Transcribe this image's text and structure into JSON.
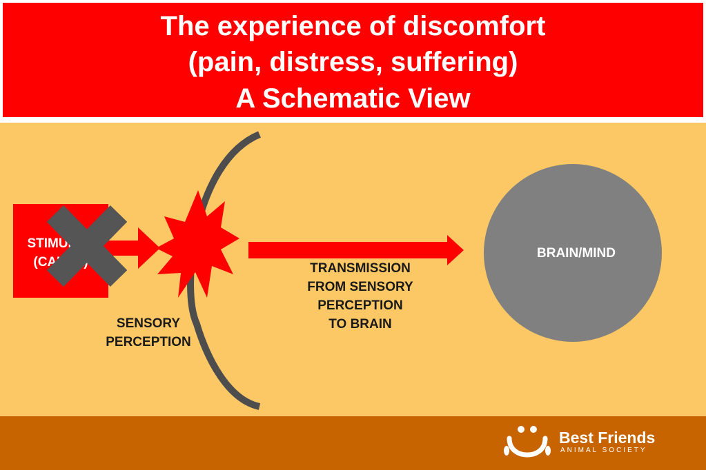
{
  "header": {
    "title_lines": [
      "The experience of discomfort",
      "(pain, distress, suffering)",
      "A Schematic View"
    ]
  },
  "diagram": {
    "stimulus_lines": [
      "STIMULUS",
      "(CAUSE)"
    ],
    "sensory_perception_lines": [
      "SENSORY",
      "PERCEPTION"
    ],
    "transmission_lines": [
      "TRANSMISSION",
      "FROM SENSORY",
      "PERCEPTION",
      "TO BRAIN"
    ],
    "brain_label": "BRAIN/MIND"
  },
  "footer": {
    "logo_name": "Best Friends",
    "logo_subtitle": "ANIMAL SOCIETY"
  },
  "colors": {
    "header_bg": "#ff0000",
    "main_bg": "#fcc865",
    "footer_bg": "#c86400",
    "stimulus_red": "#ff0000",
    "cross_gray": "#555555",
    "brain_gray": "#808080",
    "curve_gray": "#4d4d4d"
  },
  "icons": {
    "cross": "x-mark-icon",
    "burst": "starburst-icon",
    "logo": "paw-face-icon"
  }
}
